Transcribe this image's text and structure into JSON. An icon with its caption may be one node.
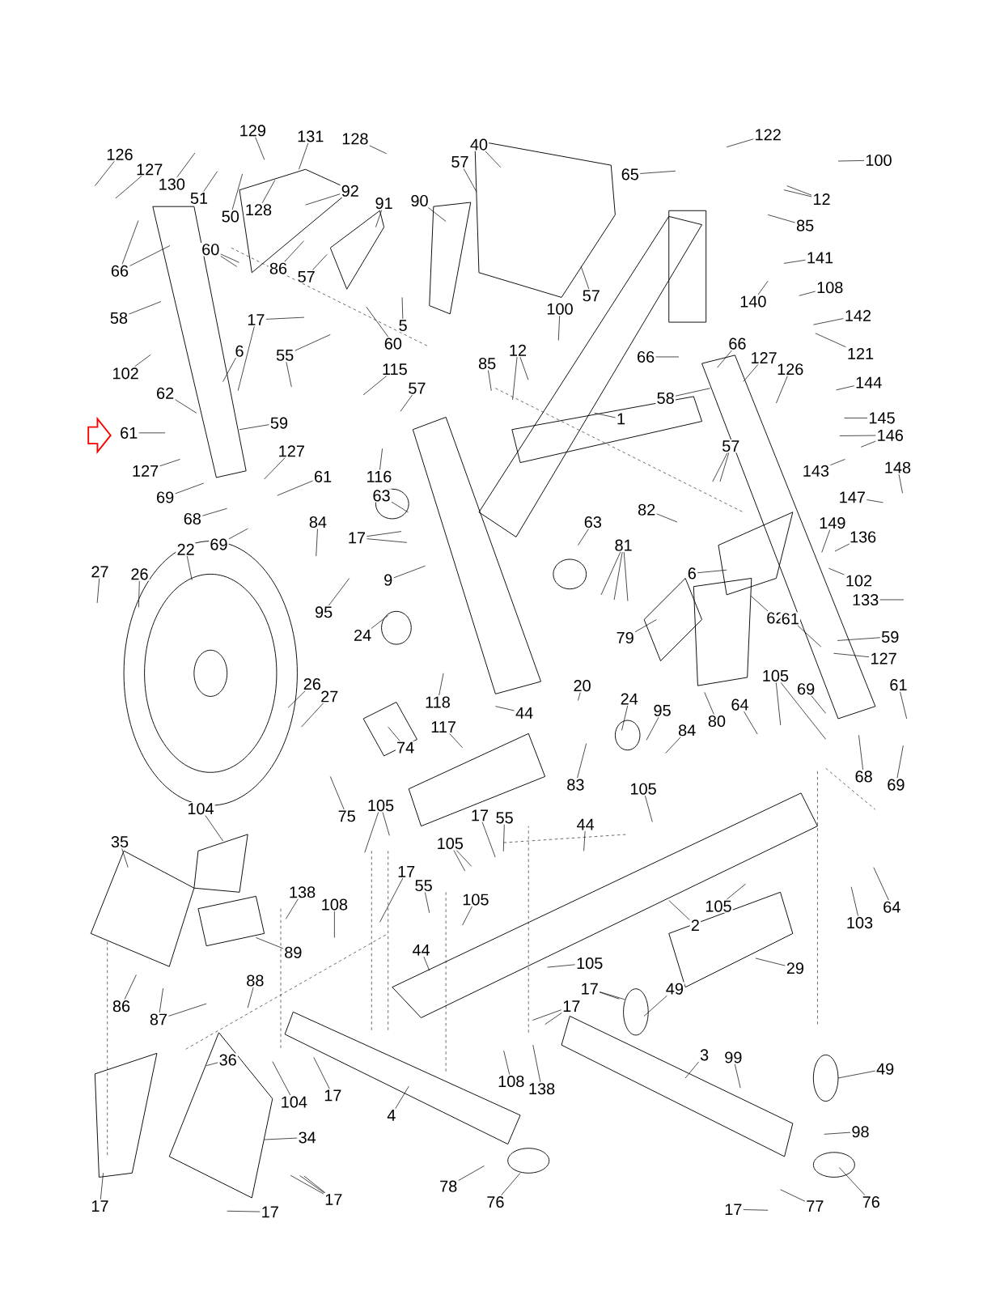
{
  "diagram": {
    "nodes": [
      {
        "text": [
          "129"
        ]
      },
      {
        "text": [
          "131"
        ]
      },
      {
        "text": [
          "128"
        ]
      },
      {
        "text": [
          "126"
        ]
      },
      {
        "text": [
          "130"
        ]
      },
      {
        "text": [
          "127"
        ]
      },
      {
        "text": [
          "51"
        ]
      },
      {
        "text": [
          "50"
        ]
      },
      {
        "text": [
          "128"
        ]
      },
      {
        "text": [
          "92"
        ]
      },
      {
        "text": [
          "40"
        ]
      },
      {
        "text": [
          "57"
        ]
      },
      {
        "text": [
          "122"
        ]
      },
      {
        "text": [
          "100"
        ]
      },
      {
        "text": [
          "65"
        ]
      },
      {
        "text": [
          "12"
        ]
      },
      {
        "text": [
          "91"
        ]
      },
      {
        "text": [
          "90"
        ]
      },
      {
        "text": [
          "60"
        ]
      },
      {
        "text": [
          "66"
        ]
      },
      {
        "text": [
          "86"
        ]
      },
      {
        "text": [
          "57"
        ]
      },
      {
        "text": [
          "85"
        ]
      },
      {
        "text": [
          "57"
        ]
      },
      {
        "text": [
          "140"
        ]
      },
      {
        "text": [
          "141"
        ]
      },
      {
        "text": [
          "108"
        ]
      },
      {
        "text": [
          "58"
        ]
      },
      {
        "text": [
          "5"
        ]
      },
      {
        "text": [
          "60"
        ]
      },
      {
        "text": [
          "100"
        ]
      },
      {
        "text": [
          "142"
        ]
      },
      {
        "text": [
          "17"
        ]
      },
      {
        "text": [
          "102"
        ]
      },
      {
        "text": [
          "6"
        ]
      },
      {
        "text": [
          "55"
        ]
      },
      {
        "text": [
          "115"
        ]
      },
      {
        "text": [
          "57"
        ]
      },
      {
        "text": [
          "12"
        ]
      },
      {
        "text": [
          "85"
        ]
      },
      {
        "text": [
          "66"
        ]
      },
      {
        "text": [
          "127"
        ]
      },
      {
        "text": [
          "126"
        ]
      },
      {
        "text": [
          "121"
        ]
      },
      {
        "text": [
          "66"
        ]
      },
      {
        "text": [
          "144"
        ]
      },
      {
        "text": [
          "58"
        ]
      },
      {
        "text": [
          "1"
        ]
      },
      {
        "text": [
          "145"
        ]
      },
      {
        "text": [
          "62"
        ]
      },
      {
        "text": [
          "59"
        ]
      },
      {
        "text": [
          "61"
        ]
      },
      {
        "text": [
          "146"
        ]
      },
      {
        "text": [
          "127"
        ]
      },
      {
        "text": [
          "143"
        ]
      },
      {
        "text": [
          "148"
        ]
      },
      {
        "text": [
          "57"
        ]
      },
      {
        "text": [
          "116"
        ]
      },
      {
        "text": [
          "127"
        ]
      },
      {
        "text": [
          "61"
        ]
      },
      {
        "text": [
          "69"
        ]
      },
      {
        "text": [
          "147"
        ]
      },
      {
        "text": [
          "63"
        ]
      },
      {
        "text": [
          "82"
        ]
      },
      {
        "text": [
          "68"
        ]
      },
      {
        "text": [
          "69"
        ]
      },
      {
        "text": [
          "84"
        ]
      },
      {
        "text": [
          "17"
        ]
      },
      {
        "text": [
          "149"
        ]
      },
      {
        "text": [
          "136"
        ]
      },
      {
        "text": [
          "63"
        ]
      },
      {
        "text": [
          "81"
        ]
      },
      {
        "text": [
          "22"
        ]
      },
      {
        "text": [
          "27"
        ]
      },
      {
        "text": [
          "26"
        ]
      },
      {
        "text": [
          "9"
        ]
      },
      {
        "text": [
          "6"
        ]
      },
      {
        "text": [
          "95"
        ]
      },
      {
        "text": [
          "102"
        ]
      },
      {
        "text": [
          "133"
        ]
      },
      {
        "text": [
          "62"
        ]
      },
      {
        "text": [
          "24"
        ]
      },
      {
        "text": [
          "79"
        ]
      },
      {
        "text": [
          "61"
        ]
      },
      {
        "text": [
          "59"
        ]
      },
      {
        "text": [
          "127"
        ]
      },
      {
        "text": [
          "105"
        ]
      },
      {
        "text": [
          "69"
        ]
      },
      {
        "text": [
          "61"
        ]
      },
      {
        "text": [
          "118"
        ]
      },
      {
        "text": [
          "44"
        ]
      },
      {
        "text": [
          "20"
        ]
      },
      {
        "text": [
          "26"
        ]
      },
      {
        "text": [
          "27"
        ]
      },
      {
        "text": [
          "24"
        ]
      },
      {
        "text": [
          "95"
        ]
      },
      {
        "text": [
          "84"
        ]
      },
      {
        "text": [
          "64"
        ]
      },
      {
        "text": [
          "80"
        ]
      },
      {
        "text": [
          "74"
        ]
      },
      {
        "text": [
          "117"
        ]
      },
      {
        "text": [
          "68"
        ]
      },
      {
        "text": [
          "69"
        ]
      },
      {
        "text": [
          "83"
        ]
      },
      {
        "text": [
          "75"
        ]
      },
      {
        "text": [
          "105"
        ]
      },
      {
        "text": [
          "104"
        ]
      },
      {
        "text": [
          "105"
        ]
      },
      {
        "text": [
          "17"
        ]
      },
      {
        "text": [
          "55"
        ]
      },
      {
        "text": [
          "44"
        ]
      },
      {
        "text": [
          "35"
        ]
      },
      {
        "text": [
          "105"
        ]
      },
      {
        "text": [
          "17"
        ]
      },
      {
        "text": [
          "55"
        ]
      },
      {
        "text": [
          "105"
        ]
      },
      {
        "text": [
          "138"
        ]
      },
      {
        "text": [
          "108"
        ]
      },
      {
        "text": [
          "105"
        ]
      },
      {
        "text": [
          "103"
        ]
      },
      {
        "text": [
          "64"
        ]
      },
      {
        "text": [
          "2"
        ]
      },
      {
        "text": [
          "89"
        ]
      },
      {
        "text": [
          "44"
        ]
      },
      {
        "text": [
          "29"
        ]
      },
      {
        "text": [
          "105"
        ]
      },
      {
        "text": [
          "17"
        ]
      },
      {
        "text": [
          "88"
        ]
      },
      {
        "text": [
          "86"
        ]
      },
      {
        "text": [
          "87"
        ]
      },
      {
        "text": [
          "17"
        ]
      },
      {
        "text": [
          "49"
        ]
      },
      {
        "text": [
          "3"
        ]
      },
      {
        "text": [
          "99"
        ]
      },
      {
        "text": [
          "49"
        ]
      },
      {
        "text": [
          "36"
        ]
      },
      {
        "text": [
          "108"
        ]
      },
      {
        "text": [
          "138"
        ]
      },
      {
        "text": [
          "17"
        ]
      },
      {
        "text": [
          "104"
        ]
      },
      {
        "text": [
          "4"
        ]
      },
      {
        "text": [
          "98"
        ]
      },
      {
        "text": [
          "34"
        ]
      },
      {
        "text": [
          "78"
        ]
      },
      {
        "text": [
          "76"
        ]
      },
      {
        "text": [
          "17"
        ]
      },
      {
        "text": [
          "17"
        ]
      },
      {
        "text": [
          "17"
        ]
      },
      {
        "text": [
          "76"
        ]
      },
      {
        "text": [
          "77"
        ]
      },
      {
        "text": [
          "17"
        ]
      }
    ],
    "edges": [
      {
        "from": 0,
        "to": null,
        "arrow": "none"
      },
      {
        "from": 1,
        "to": null,
        "arrow": "none"
      },
      {
        "from": 2,
        "to": null,
        "arrow": "none"
      },
      {
        "from": 3,
        "to": null,
        "arrow": "none"
      },
      {
        "from": 4,
        "to": null,
        "arrow": "none"
      },
      {
        "from": 5,
        "to": null,
        "arrow": "none"
      },
      {
        "from": 6,
        "to": null,
        "arrow": "none"
      },
      {
        "from": 7,
        "to": null,
        "arrow": "none"
      },
      {
        "from": 8,
        "to": null,
        "arrow": "none"
      },
      {
        "from": 9,
        "to": null,
        "arrow": "none"
      },
      {
        "from": 10,
        "to": null,
        "arrow": "none"
      },
      {
        "from": 11,
        "to": null,
        "arrow": "none"
      },
      {
        "from": 12,
        "to": null,
        "arrow": "none"
      },
      {
        "from": 13,
        "to": null,
        "arrow": "none"
      },
      {
        "from": 14,
        "to": null,
        "arrow": "none"
      },
      {
        "from": 15,
        "to": null,
        "arrow": "none"
      },
      {
        "from": 15,
        "to": null,
        "arrow": "none"
      },
      {
        "from": 16,
        "to": null,
        "arrow": "none"
      },
      {
        "from": 17,
        "to": null,
        "arrow": "none"
      },
      {
        "from": 18,
        "to": null,
        "arrow": "none"
      },
      {
        "from": 18,
        "to": null,
        "arrow": "none"
      },
      {
        "from": 19,
        "to": null,
        "arrow": "none"
      },
      {
        "from": 19,
        "to": null,
        "arrow": "none"
      },
      {
        "from": 20,
        "to": null,
        "arrow": "none"
      },
      {
        "from": 21,
        "to": null,
        "arrow": "none"
      },
      {
        "from": 22,
        "to": null,
        "arrow": "none"
      },
      {
        "from": 23,
        "to": null,
        "arrow": "none"
      },
      {
        "from": 24,
        "to": null,
        "arrow": "none"
      },
      {
        "from": 25,
        "to": null,
        "arrow": "none"
      },
      {
        "from": 26,
        "to": null,
        "arrow": "none"
      },
      {
        "from": 27,
        "to": null,
        "arrow": "none"
      },
      {
        "from": 28,
        "to": null,
        "arrow": "none"
      },
      {
        "from": 29,
        "to": null,
        "arrow": "none"
      },
      {
        "from": 30,
        "to": null,
        "arrow": "none"
      },
      {
        "from": 31,
        "to": null,
        "arrow": "none"
      },
      {
        "from": 32,
        "to": null,
        "arrow": "none"
      },
      {
        "from": 32,
        "to": null,
        "arrow": "none"
      },
      {
        "from": 33,
        "to": null,
        "arrow": "none"
      },
      {
        "from": 34,
        "to": null,
        "arrow": "none"
      },
      {
        "from": 35,
        "to": null,
        "arrow": "none"
      },
      {
        "from": 35,
        "to": null,
        "arrow": "none"
      },
      {
        "from": 36,
        "to": null,
        "arrow": "none"
      },
      {
        "from": 37,
        "to": null,
        "arrow": "none"
      },
      {
        "from": 38,
        "to": null,
        "arrow": "none"
      },
      {
        "from": 38,
        "to": null,
        "arrow": "none"
      },
      {
        "from": 39,
        "to": null,
        "arrow": "none"
      },
      {
        "from": 40,
        "to": null,
        "arrow": "none"
      },
      {
        "from": 41,
        "to": null,
        "arrow": "none"
      },
      {
        "from": 42,
        "to": null,
        "arrow": "none"
      },
      {
        "from": 43,
        "to": null,
        "arrow": "none"
      },
      {
        "from": 44,
        "to": null,
        "arrow": "none"
      },
      {
        "from": 45,
        "to": null,
        "arrow": "none"
      },
      {
        "from": 46,
        "to": null,
        "arrow": "none"
      },
      {
        "from": 47,
        "to": null,
        "arrow": "none"
      },
      {
        "from": 48,
        "to": null,
        "arrow": "none"
      },
      {
        "from": 49,
        "to": null,
        "arrow": "none"
      },
      {
        "from": 50,
        "to": null,
        "arrow": "none"
      },
      {
        "from": 51,
        "to": null,
        "arrow": "none"
      },
      {
        "from": 52,
        "to": null,
        "arrow": "none"
      },
      {
        "from": 52,
        "to": null,
        "arrow": "none"
      },
      {
        "from": 53,
        "to": null,
        "arrow": "none"
      },
      {
        "from": 54,
        "to": null,
        "arrow": "none"
      },
      {
        "from": 55,
        "to": null,
        "arrow": "none"
      },
      {
        "from": 56,
        "to": null,
        "arrow": "none"
      },
      {
        "from": 56,
        "to": null,
        "arrow": "none"
      },
      {
        "from": 57,
        "to": null,
        "arrow": "none"
      },
      {
        "from": 58,
        "to": null,
        "arrow": "none"
      },
      {
        "from": 59,
        "to": null,
        "arrow": "none"
      },
      {
        "from": 60,
        "to": null,
        "arrow": "none"
      },
      {
        "from": 61,
        "to": null,
        "arrow": "none"
      },
      {
        "from": 62,
        "to": null,
        "arrow": "none"
      },
      {
        "from": 63,
        "to": null,
        "arrow": "none"
      },
      {
        "from": 64,
        "to": null,
        "arrow": "none"
      },
      {
        "from": 65,
        "to": null,
        "arrow": "none"
      },
      {
        "from": 66,
        "to": null,
        "arrow": "none"
      },
      {
        "from": 67,
        "to": null,
        "arrow": "none"
      },
      {
        "from": 67,
        "to": null,
        "arrow": "none"
      },
      {
        "from": 68,
        "to": null,
        "arrow": "none"
      },
      {
        "from": 69,
        "to": null,
        "arrow": "none"
      },
      {
        "from": 70,
        "to": null,
        "arrow": "none"
      },
      {
        "from": 71,
        "to": null,
        "arrow": "none"
      },
      {
        "from": 71,
        "to": null,
        "arrow": "none"
      },
      {
        "from": 71,
        "to": null,
        "arrow": "none"
      },
      {
        "from": 72,
        "to": null,
        "arrow": "none"
      },
      {
        "from": 73,
        "to": null,
        "arrow": "none"
      },
      {
        "from": 74,
        "to": null,
        "arrow": "none"
      },
      {
        "from": 75,
        "to": null,
        "arrow": "none"
      },
      {
        "from": 76,
        "to": null,
        "arrow": "none"
      },
      {
        "from": 77,
        "to": null,
        "arrow": "none"
      },
      {
        "from": 78,
        "to": null,
        "arrow": "none"
      },
      {
        "from": 79,
        "to": null,
        "arrow": "none"
      },
      {
        "from": 80,
        "to": null,
        "arrow": "none"
      },
      {
        "from": 81,
        "to": null,
        "arrow": "none"
      },
      {
        "from": 82,
        "to": null,
        "arrow": "none"
      },
      {
        "from": 83,
        "to": null,
        "arrow": "none"
      },
      {
        "from": 84,
        "to": null,
        "arrow": "none"
      },
      {
        "from": 85,
        "to": null,
        "arrow": "none"
      },
      {
        "from": 86,
        "to": null,
        "arrow": "none"
      },
      {
        "from": 86,
        "to": null,
        "arrow": "none"
      },
      {
        "from": 87,
        "to": null,
        "arrow": "none"
      },
      {
        "from": 88,
        "to": null,
        "arrow": "none"
      },
      {
        "from": 89,
        "to": null,
        "arrow": "none"
      },
      {
        "from": 90,
        "to": null,
        "arrow": "none"
      },
      {
        "from": 91,
        "to": null,
        "arrow": "none"
      },
      {
        "from": 92,
        "to": null,
        "arrow": "none"
      },
      {
        "from": 93,
        "to": null,
        "arrow": "none"
      },
      {
        "from": 94,
        "to": null,
        "arrow": "none"
      },
      {
        "from": 95,
        "to": null,
        "arrow": "none"
      },
      {
        "from": 96,
        "to": null,
        "arrow": "none"
      },
      {
        "from": 97,
        "to": null,
        "arrow": "none"
      },
      {
        "from": 98,
        "to": null,
        "arrow": "none"
      },
      {
        "from": 99,
        "to": null,
        "arrow": "none"
      },
      {
        "from": 100,
        "to": null,
        "arrow": "none"
      },
      {
        "from": 101,
        "to": null,
        "arrow": "none"
      },
      {
        "from": 102,
        "to": null,
        "arrow": "none"
      },
      {
        "from": 103,
        "to": null,
        "arrow": "none"
      },
      {
        "from": 104,
        "to": null,
        "arrow": "none"
      },
      {
        "from": 105,
        "to": null,
        "arrow": "none"
      },
      {
        "from": 106,
        "to": null,
        "arrow": "none"
      },
      {
        "from": 107,
        "to": null,
        "arrow": "none"
      },
      {
        "from": 107,
        "to": null,
        "arrow": "none"
      },
      {
        "from": 108,
        "to": null,
        "arrow": "none"
      },
      {
        "from": 109,
        "to": null,
        "arrow": "none"
      },
      {
        "from": 110,
        "to": null,
        "arrow": "none"
      },
      {
        "from": 111,
        "to": null,
        "arrow": "none"
      },
      {
        "from": 112,
        "to": null,
        "arrow": "none"
      },
      {
        "from": 112,
        "to": null,
        "arrow": "none"
      },
      {
        "from": 113,
        "to": null,
        "arrow": "none"
      },
      {
        "from": 114,
        "to": null,
        "arrow": "none"
      },
      {
        "from": 115,
        "to": null,
        "arrow": "none"
      },
      {
        "from": 116,
        "to": null,
        "arrow": "none"
      },
      {
        "from": 117,
        "to": null,
        "arrow": "none"
      },
      {
        "from": 118,
        "to": null,
        "arrow": "none"
      },
      {
        "from": 119,
        "to": null,
        "arrow": "none"
      },
      {
        "from": 120,
        "to": null,
        "arrow": "none"
      },
      {
        "from": 121,
        "to": null,
        "arrow": "none"
      },
      {
        "from": 122,
        "to": null,
        "arrow": "none"
      },
      {
        "from": 123,
        "to": null,
        "arrow": "none"
      },
      {
        "from": 124,
        "to": null,
        "arrow": "none"
      },
      {
        "from": 125,
        "to": null,
        "arrow": "none"
      },
      {
        "from": 126,
        "to": null,
        "arrow": "none"
      },
      {
        "from": 126,
        "to": null,
        "arrow": "none"
      },
      {
        "from": 127,
        "to": null,
        "arrow": "none"
      },
      {
        "from": 128,
        "to": null,
        "arrow": "none"
      },
      {
        "from": 129,
        "to": null,
        "arrow": "none"
      },
      {
        "from": 129,
        "to": null,
        "arrow": "none"
      },
      {
        "from": 130,
        "to": null,
        "arrow": "none"
      },
      {
        "from": 130,
        "to": null,
        "arrow": "none"
      },
      {
        "from": 131,
        "to": null,
        "arrow": "none"
      },
      {
        "from": 132,
        "to": null,
        "arrow": "none"
      },
      {
        "from": 133,
        "to": null,
        "arrow": "none"
      },
      {
        "from": 134,
        "to": null,
        "arrow": "none"
      },
      {
        "from": 135,
        "to": null,
        "arrow": "none"
      },
      {
        "from": 136,
        "to": null,
        "arrow": "none"
      },
      {
        "from": 137,
        "to": null,
        "arrow": "none"
      },
      {
        "from": 138,
        "to": null,
        "arrow": "none"
      },
      {
        "from": 139,
        "to": null,
        "arrow": "none"
      },
      {
        "from": 140,
        "to": null,
        "arrow": "none"
      },
      {
        "from": 141,
        "to": null,
        "arrow": "none"
      },
      {
        "from": 142,
        "to": null,
        "arrow": "none"
      },
      {
        "from": 143,
        "to": null,
        "arrow": "none"
      },
      {
        "from": 144,
        "to": null,
        "arrow": "none"
      },
      {
        "from": 145,
        "to": null,
        "arrow": "none"
      },
      {
        "from": 145,
        "to": null,
        "arrow": "none"
      },
      {
        "from": 145,
        "to": null,
        "arrow": "none"
      },
      {
        "from": 146,
        "to": null,
        "arrow": "none"
      },
      {
        "from": 147,
        "to": null,
        "arrow": "none"
      },
      {
        "from": 148,
        "to": null,
        "arrow": "none"
      },
      {
        "from": 149,
        "to": null,
        "arrow": "none"
      },
      {
        "from": 150,
        "to": null,
        "arrow": "none"
      }
    ]
  }
}
